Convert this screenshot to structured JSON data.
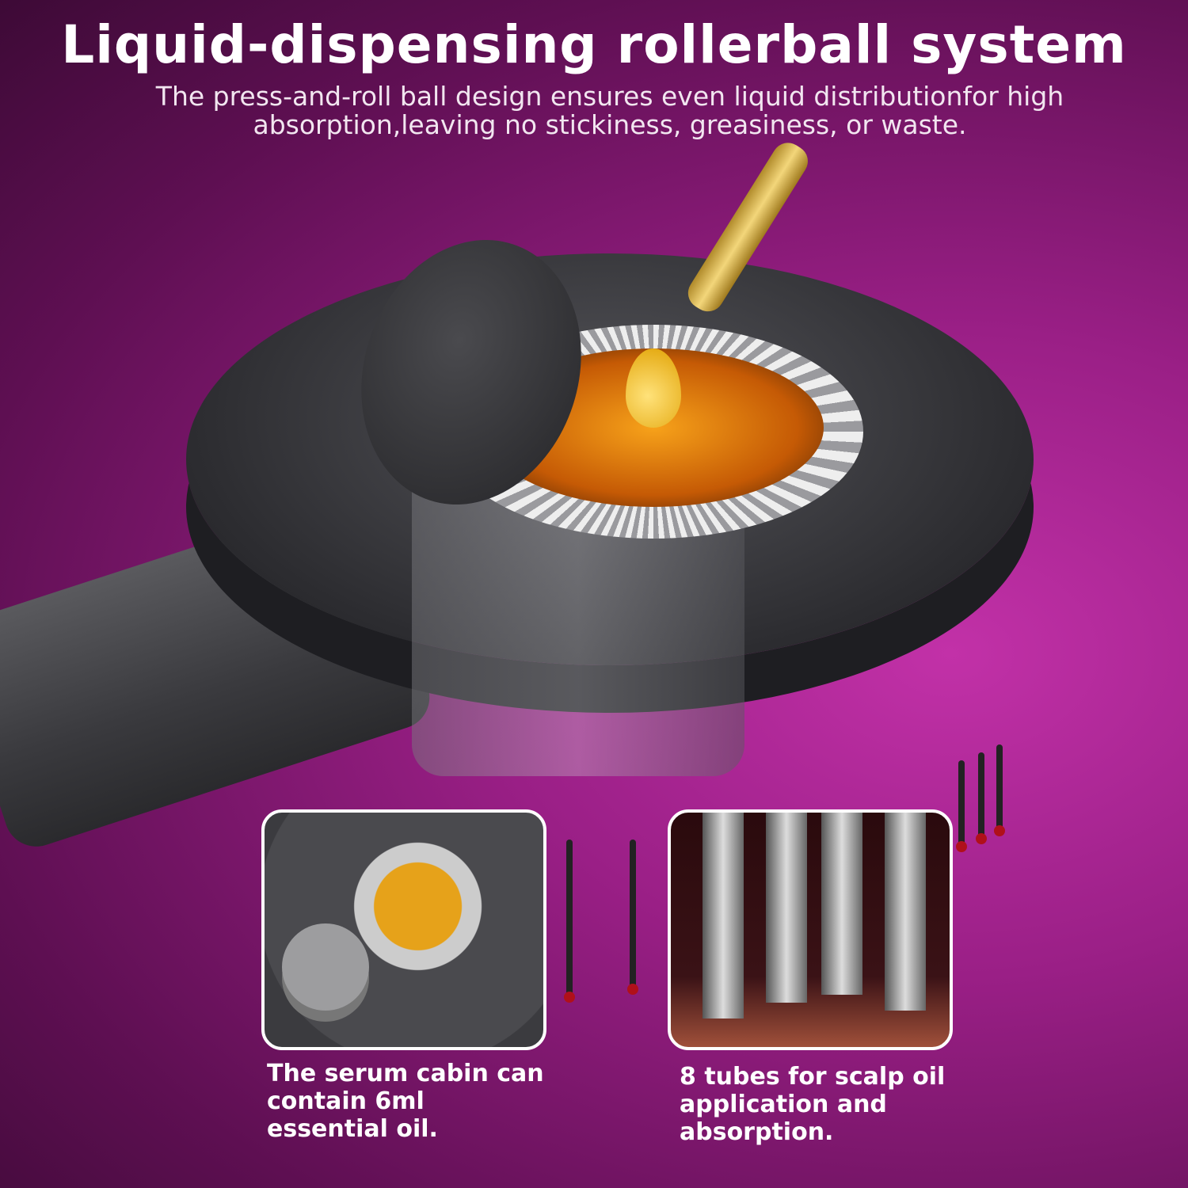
{
  "header": {
    "title": "Liquid-dispensing rollerball system",
    "subtitle": "The press-and-roll ball design ensures even liquid distributionfor high absorption,leaving no stickiness, greasiness, or waste."
  },
  "insets": [
    {
      "caption": "The serum cabin can contain 6ml essential oil."
    },
    {
      "caption": "8 tubes for scalp oil application and absorption."
    }
  ],
  "colors": {
    "background": "#9a1f86",
    "oil": "#f7a21a",
    "device": "#2c2c30"
  }
}
